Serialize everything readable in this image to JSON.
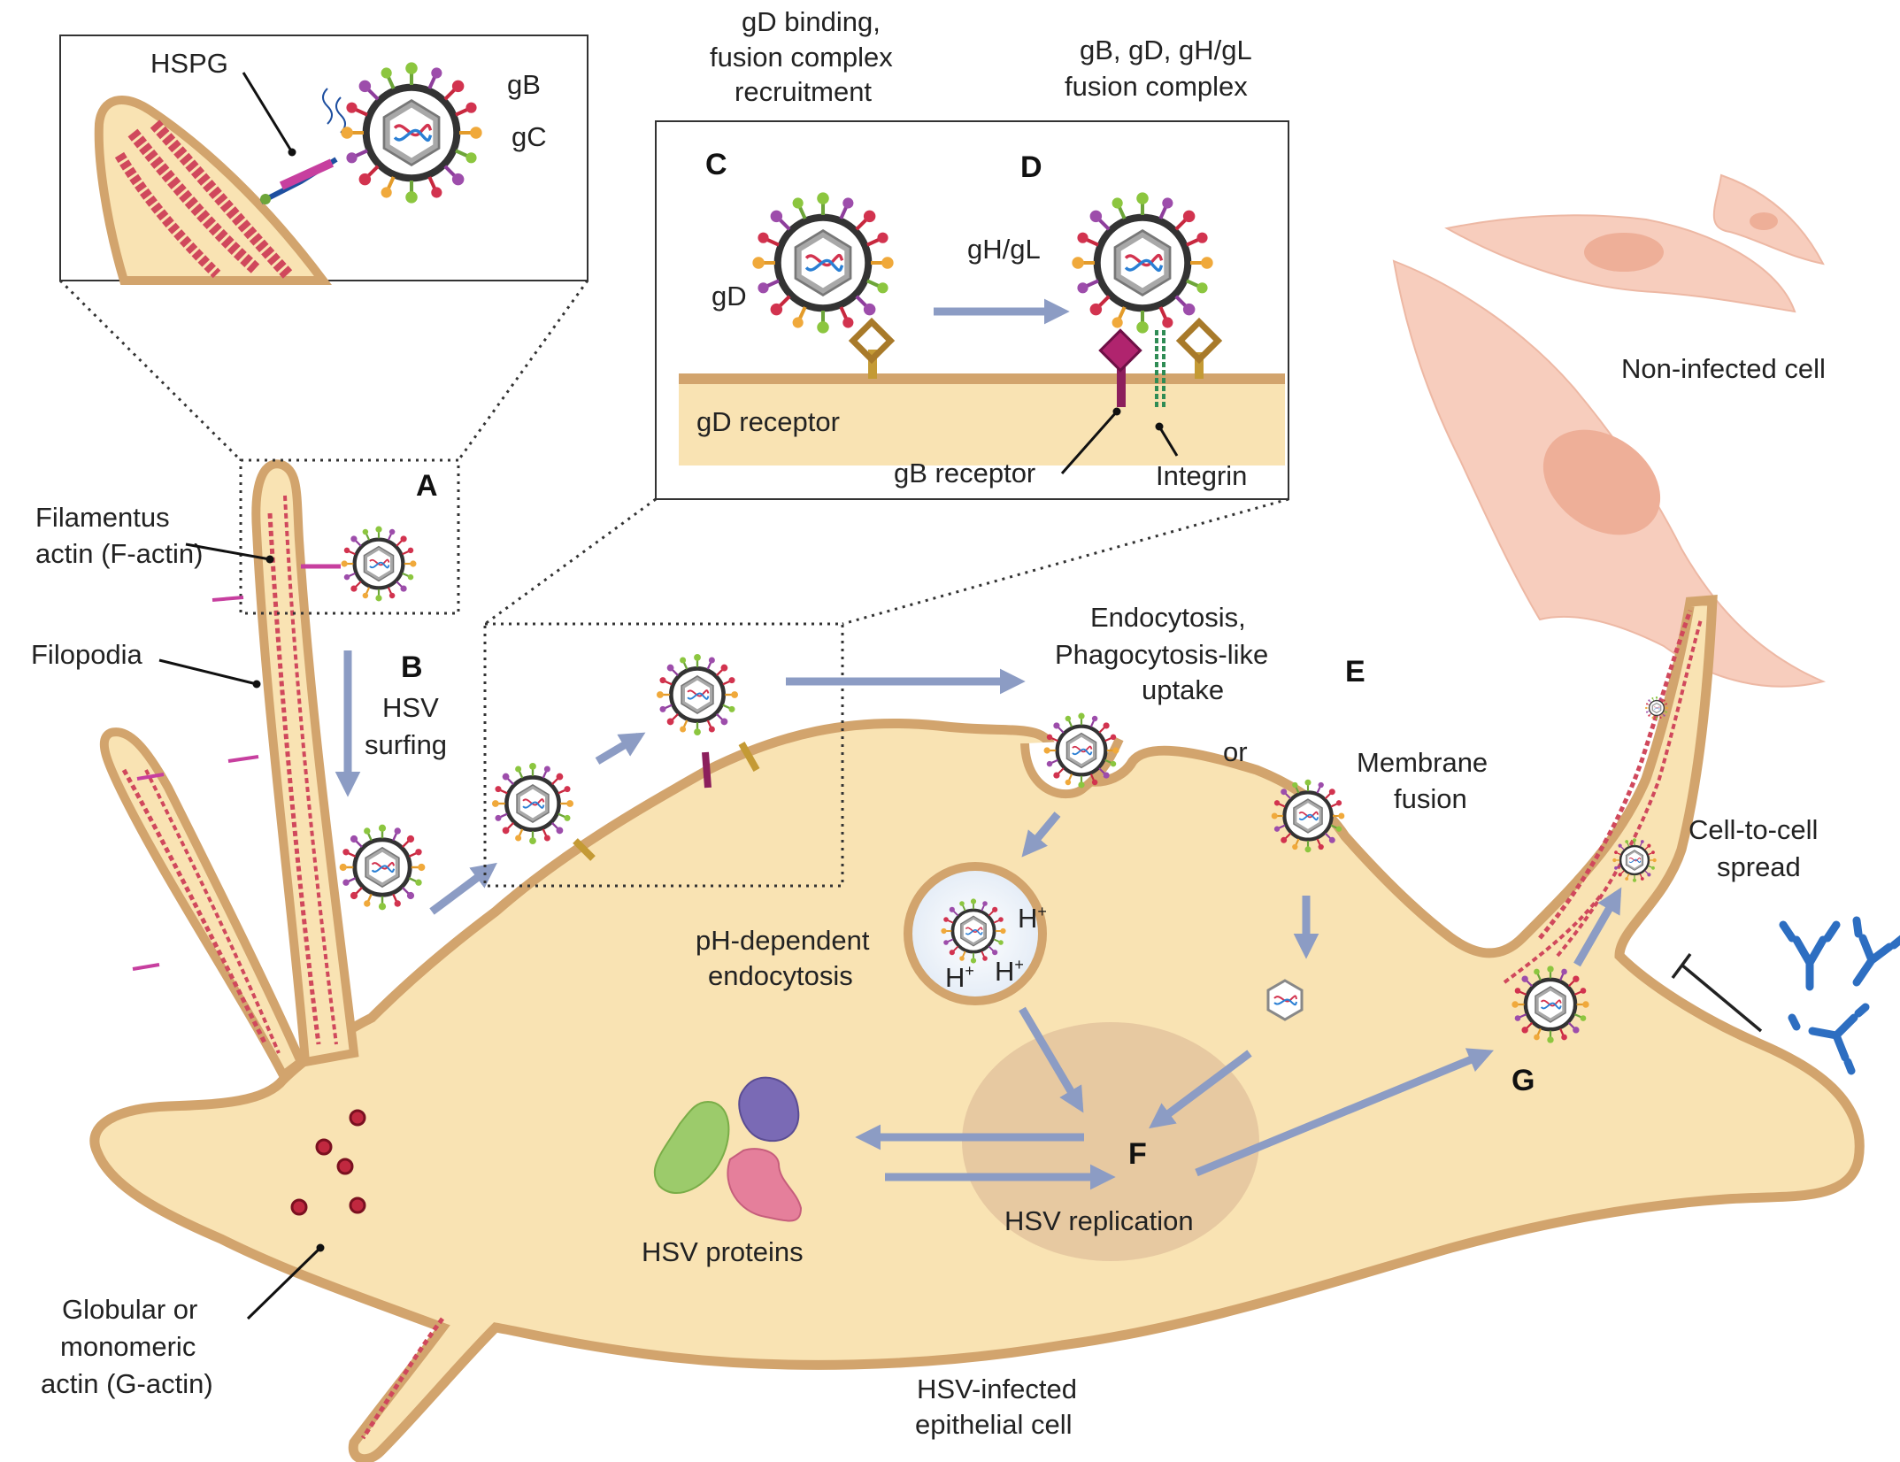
{
  "colors": {
    "cell_fill": "#F9E3B3",
    "cell_outline": "#D2A46D",
    "nucleus": "#E7C9A1",
    "noninfected": "#F7CDBD",
    "noninfected_nucleus": "#EEAF98",
    "arrow": "#8C9CC4",
    "actin": "#D0485C",
    "antibody": "#2D6EC1",
    "virus_capsid": "#AAAAAA"
  },
  "panel_letters": {
    "a": "A",
    "b": "B",
    "c": "C",
    "d": "D",
    "e": "E",
    "f": "F",
    "g": "G"
  },
  "inset_hspg": {
    "hspg": "HSPG",
    "gb": "gB",
    "gc": "gC"
  },
  "inset_fusion": {
    "heading_c_line1": "gD binding,",
    "heading_c_line2": "fusion complex",
    "heading_c_line3": "recruitment",
    "heading_d_line1": "gB, gD, gH/gL",
    "heading_d_line2": "fusion complex",
    "gd": "gD",
    "gh_gl": "gH/gL",
    "gd_receptor": "gD receptor",
    "gb_receptor": "gB receptor",
    "integrin": "Integrin"
  },
  "left_labels": {
    "factin_line1": "Filamentus",
    "factin_line2": "actin (F-actin)",
    "filopodia": "Filopodia",
    "gactin_line1": "Globular or",
    "gactin_line2": "monomeric",
    "gactin_line3": "actin (G-actin)"
  },
  "surfing": {
    "line1": "HSV",
    "line2": "surfing"
  },
  "entry": {
    "endo_line1": "Endocytosis,",
    "endo_line2": "Phagocytosis-like",
    "endo_line3": "uptake",
    "or": "or",
    "fusion_line1": "Membrane",
    "fusion_line2": "fusion",
    "ph_line1": "pH-dependent",
    "ph_line2": "endocytosis",
    "proton": "H",
    "proton_sup": "+"
  },
  "replication": {
    "label": "HSV replication",
    "proteins": "HSV proteins"
  },
  "spread": {
    "line1": "Cell-to-cell",
    "line2": "spread"
  },
  "cells": {
    "noninfected": "Non-infected cell",
    "infected_line1": "HSV-infected",
    "infected_line2": "epithelial cell"
  }
}
